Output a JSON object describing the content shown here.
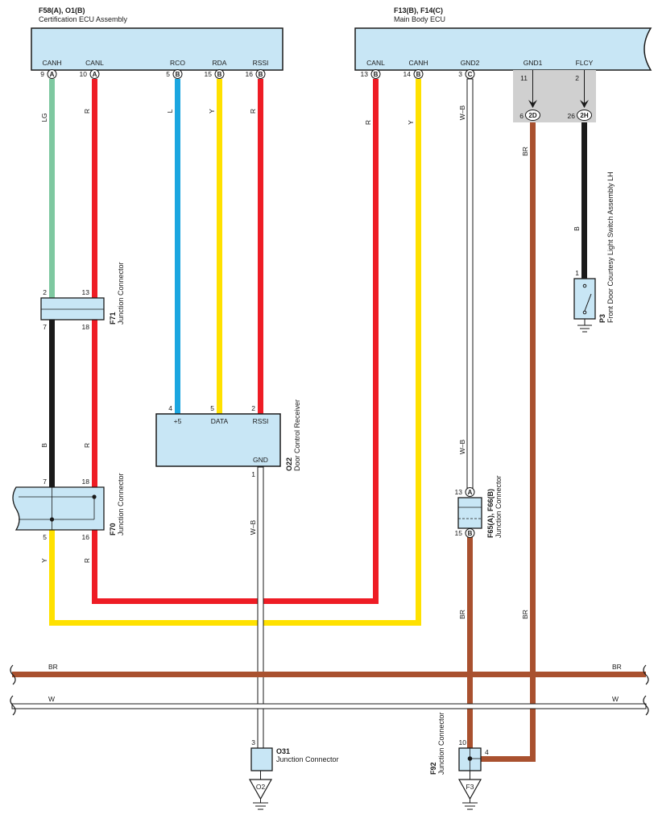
{
  "colors": {
    "LG": "#7ec8a0",
    "R": "#ee1c25",
    "L": "#1ba6e0",
    "Y": "#ffe100",
    "B": "#1a1a1a",
    "BR": "#a9512f",
    "W": "#ffffff",
    "component_fill": "#c8e6f5",
    "splice_shade": "#d0d0d0"
  },
  "cert_ecu": {
    "code": "F58(A), O1(B)",
    "name": "Certification ECU Assembly",
    "terminals": [
      {
        "name": "CANH",
        "pin": "9",
        "conn": "A"
      },
      {
        "name": "CANL",
        "pin": "10",
        "conn": "A"
      },
      {
        "name": "RCO",
        "pin": "5",
        "conn": "B"
      },
      {
        "name": "RDA",
        "pin": "15",
        "conn": "B"
      },
      {
        "name": "RSSI",
        "pin": "16",
        "conn": "B"
      }
    ]
  },
  "body_ecu": {
    "code": "F13(B), F14(C)",
    "name": "Main Body ECU",
    "terminals": [
      {
        "name": "CANL",
        "pin": "13",
        "conn": "B"
      },
      {
        "name": "CANH",
        "pin": "14",
        "conn": "B"
      },
      {
        "name": "GND2",
        "pin": "3",
        "conn": "C"
      },
      {
        "name": "GND1",
        "pin": "11",
        "conn": ""
      },
      {
        "name": "FLCY",
        "pin": "2",
        "conn": ""
      }
    ]
  },
  "j_2d": {
    "label": "2D",
    "pin": "6"
  },
  "j_2h": {
    "label": "2H",
    "pin": "26"
  },
  "f71": {
    "code": "F71",
    "name": "Junction Connector",
    "pins": [
      "2",
      "13",
      "7",
      "18"
    ]
  },
  "f70": {
    "code": "F70",
    "name": "Junction Connector",
    "pins": [
      "7",
      "18",
      "5",
      "16"
    ]
  },
  "o22": {
    "code": "O22",
    "name": "Door Control Receiver",
    "terminals": [
      "+5",
      "DATA",
      "RSSI",
      "GND"
    ],
    "pins": [
      "4",
      "5",
      "2",
      "1"
    ]
  },
  "f65": {
    "code": "F65(A), F66(B)",
    "name": "Junction Connector",
    "pins": [
      {
        "pin": "13",
        "conn": "A"
      },
      {
        "pin": "15",
        "conn": "B"
      }
    ]
  },
  "p3": {
    "code": "P3",
    "name": "Front Door Courtesy Light Switch Assembly LH",
    "pin": "1"
  },
  "o31": {
    "code": "O31",
    "name": "Junction Connector",
    "pin": "3",
    "ground": "O2"
  },
  "f92": {
    "code": "F92",
    "name": "Junction Connector",
    "pins": [
      "10",
      "4"
    ],
    "ground": "F3"
  },
  "wire_labels": {
    "lg": "LG",
    "r": "R",
    "l": "L",
    "y": "Y",
    "b": "B",
    "br": "BR",
    "wb": "W–B",
    "w": "W"
  },
  "bus_labels": {
    "br": "BR",
    "w": "W"
  }
}
